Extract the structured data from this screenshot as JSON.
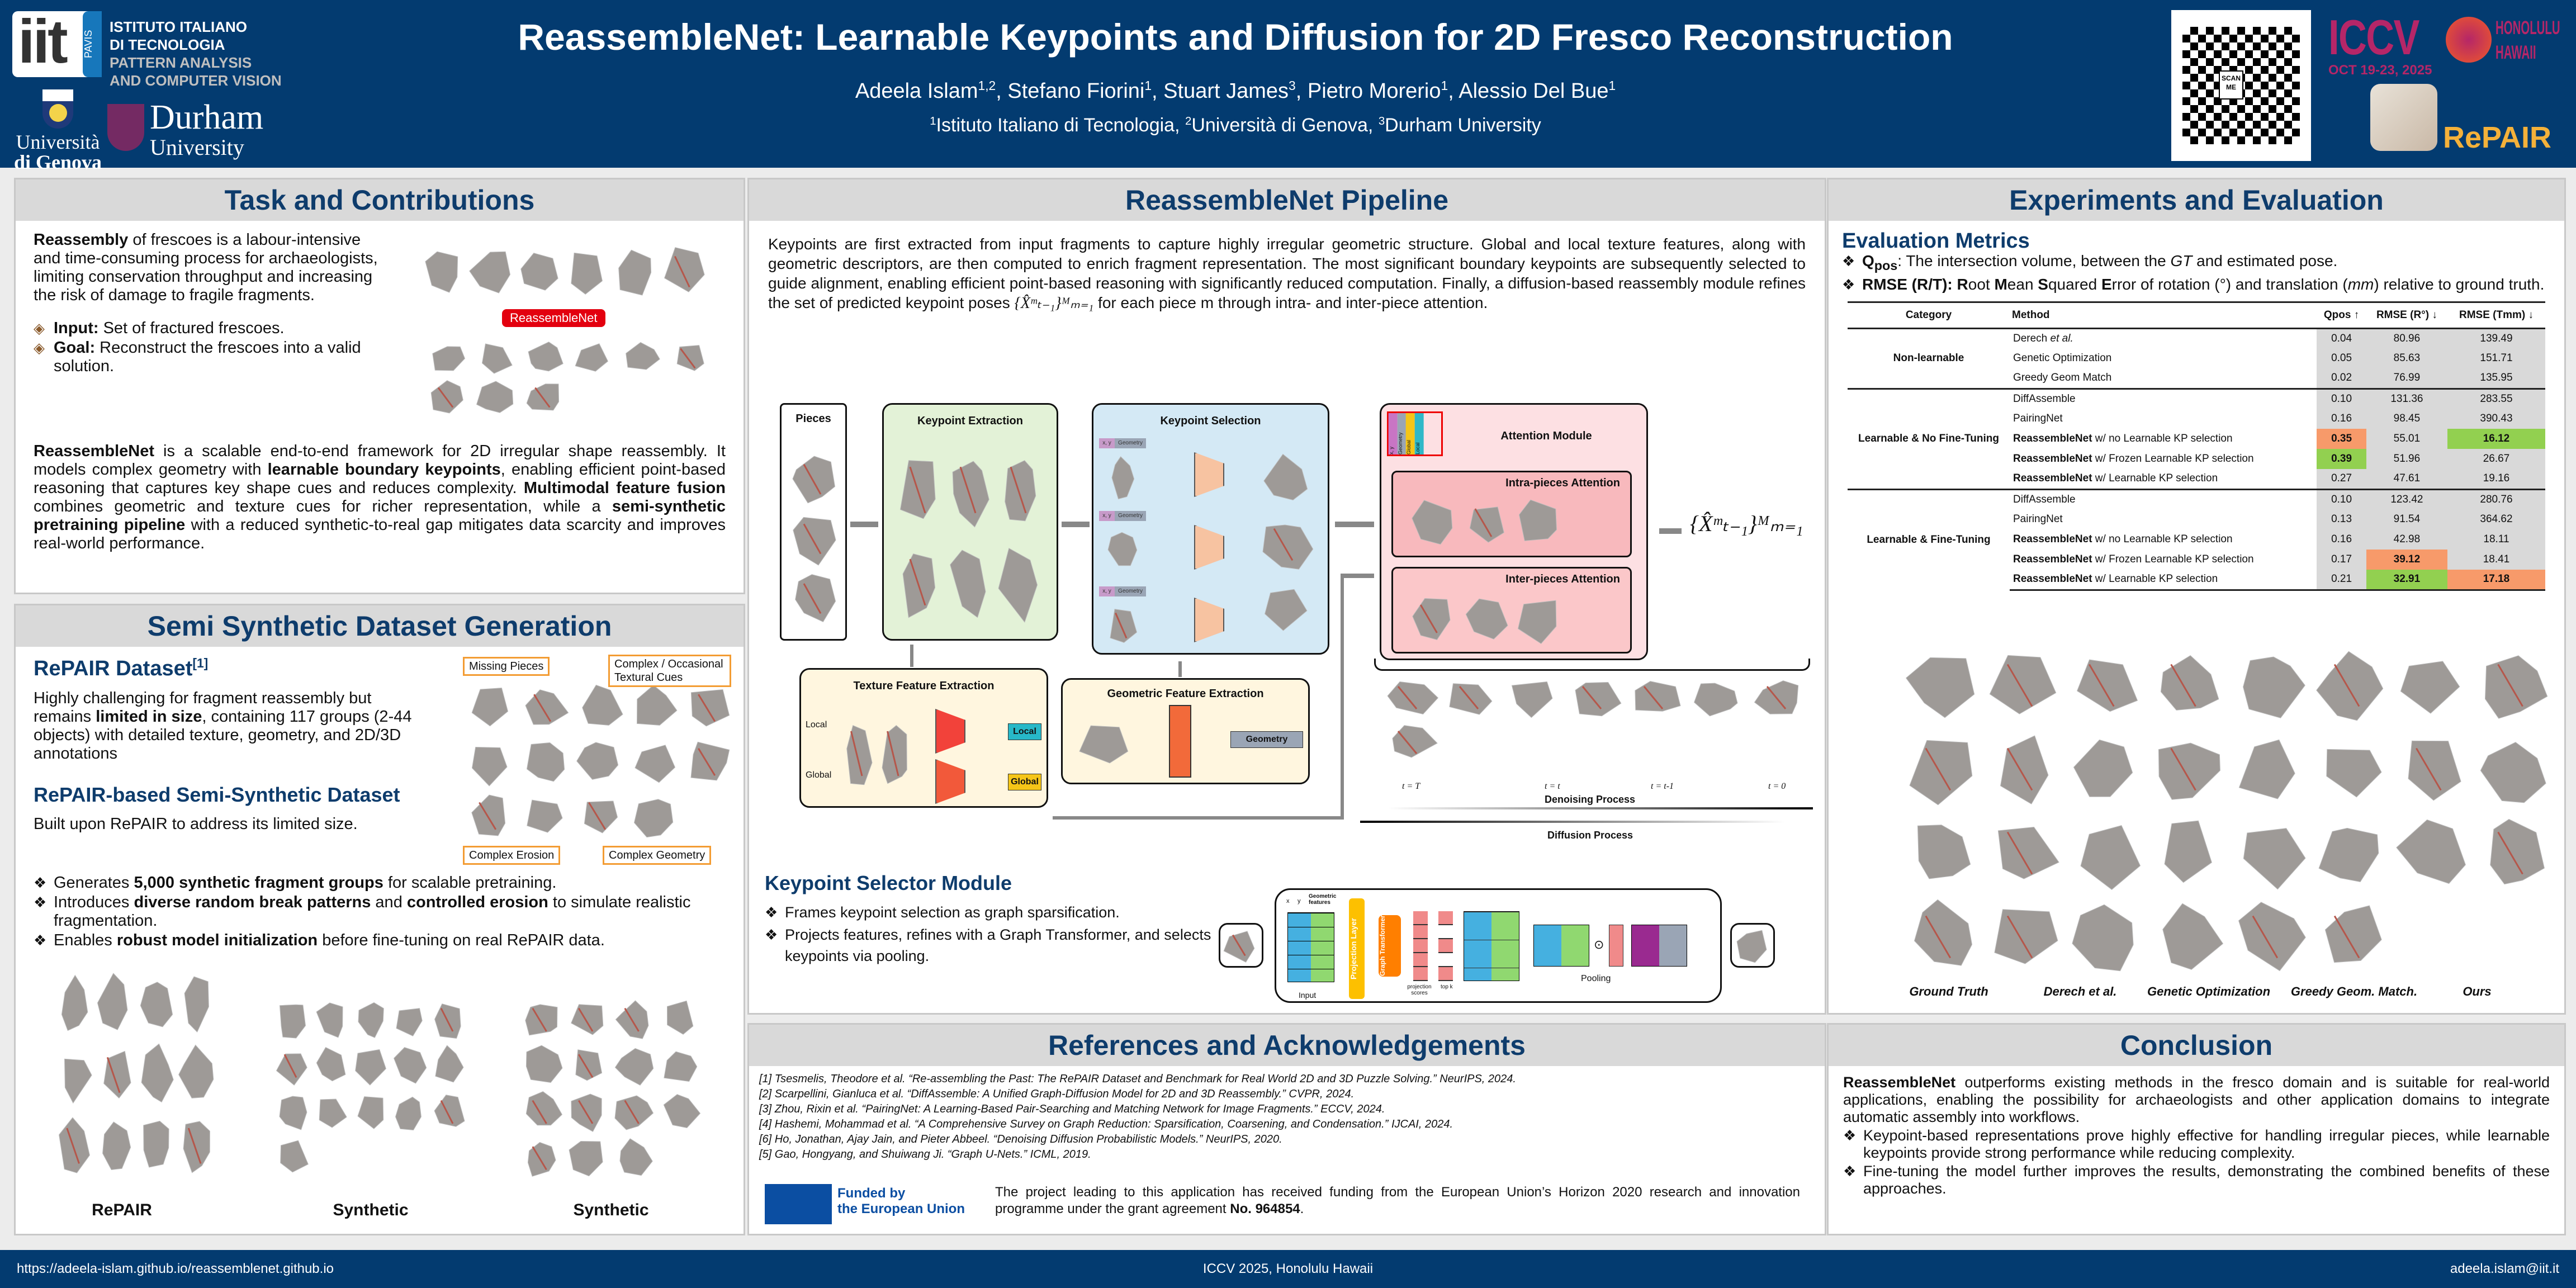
{
  "header": {
    "title": "ReassembleNet: Learnable Keypoints and Diffusion for 2D Fresco Reconstruction",
    "authors": [
      {
        "name": "Adeela Islam",
        "sup": "1,2",
        "sep": ", "
      },
      {
        "name": "Stefano Fiorini",
        "sup": "1",
        "sep": ", "
      },
      {
        "name": "Stuart James",
        "sup": "3",
        "sep": ", "
      },
      {
        "name": "Pietro Morerio",
        "sup": "1",
        "sep": ", "
      },
      {
        "name": "Alessio Del Bue",
        "sup": "1",
        "sep": ""
      }
    ],
    "affiliations": [
      {
        "sup": "1",
        "name": "Istituto Italiano di Tecnologia, "
      },
      {
        "sup": "2",
        "name": "Università di Genova, "
      },
      {
        "sup": "3",
        "name": "Durham University"
      }
    ],
    "logos": {
      "iit": "iit",
      "pavis": "PAVIS",
      "iit_name": [
        "ISTITUTO ITALIANO",
        "DI TECNOLOGIA",
        "PATTERN ANALYSIS",
        "AND COMPUTER VISION"
      ],
      "genova": [
        "Università",
        "di Genova"
      ],
      "durham": [
        "Durham",
        "University"
      ],
      "qr": "SCAN ME",
      "iccv": "ICCV",
      "iccv_date": "OCT 19-23, 2025",
      "iccv_place": [
        "HONOLULU",
        "HAWAII"
      ],
      "repair": "RePAIR"
    }
  },
  "task": {
    "title": "Task and Contributions",
    "intro": [
      {
        "t": "Reassembly",
        "b": true
      },
      {
        "t": " of frescoes is a labour-intensive and time-consuming process for archaeologists, limiting conservation throughput and increasing the risk of damage to fragile fragments."
      }
    ],
    "bullets": [
      [
        {
          "t": "Input:",
          "b": true
        },
        {
          "t": " Set of fractured frescoes."
        }
      ],
      [
        {
          "t": "Goal:",
          "b": true
        },
        {
          "t": " Reconstruct the frescoes into a valid solution."
        }
      ]
    ],
    "figure_label": "ReassembleNet",
    "body": [
      {
        "t": "ReassembleNet",
        "b": true
      },
      {
        "t": " is a scalable end-to-end framework for 2D irregular shape reassembly. It models complex geometry with "
      },
      {
        "t": "learnable boundary keypoints",
        "b": true
      },
      {
        "t": ", enabling efficient point-based reasoning that captures key shape cues and reduces complexity. "
      },
      {
        "t": "Multimodal feature fusion",
        "b": true
      },
      {
        "t": " combines geometric and texture cues for richer representation, while a "
      },
      {
        "t": "semi-synthetic pretraining pipeline",
        "b": true
      },
      {
        "t": " with a reduced synthetic-to-real gap mitigates data scarcity and improves real-world performance."
      }
    ]
  },
  "dataset": {
    "title": "Semi Synthetic Dataset Generation",
    "repair_heading": "RePAIR Dataset",
    "repair_ref": "[1]",
    "repair_text": [
      {
        "t": "Highly challenging for fragment reassembly but remains "
      },
      {
        "t": "limited in size",
        "b": true
      },
      {
        "t": ", containing 117 groups (2-44 objects) with detailed texture, geometry, and 2D/3D annotations"
      }
    ],
    "callouts": {
      "missing": "Missing Pieces",
      "textural": "Complex / Occasional Textural Cues",
      "erosion": "Complex Erosion",
      "geometry": "Complex Geometry"
    },
    "semi_heading": "RePAIR-based Semi-Synthetic Dataset",
    "semi_intro": "Built upon RePAIR to address its limited size.",
    "bullets": [
      [
        {
          "t": "Generates "
        },
        {
          "t": "5,000 synthetic fragment groups",
          "b": true
        },
        {
          "t": " for scalable pretraining."
        }
      ],
      [
        {
          "t": "Introduces "
        },
        {
          "t": "diverse random break patterns",
          "b": true
        },
        {
          "t": " and "
        },
        {
          "t": "controlled erosion",
          "b": true
        },
        {
          "t": " to simulate realistic fragmentation."
        }
      ],
      [
        {
          "t": "Enables "
        },
        {
          "t": "robust model initialization",
          "b": true
        },
        {
          "t": " before fine-tuning on real RePAIR data."
        }
      ]
    ],
    "captions": [
      "RePAIR",
      "Synthetic",
      "Synthetic"
    ]
  },
  "pipeline": {
    "title": "ReassembleNet Pipeline",
    "text": "Keypoints are first extracted from input fragments to capture highly irregular geometric structure. Global and local texture features, along with geometric descriptors, are then computed to enrich fragment representation. The most significant boundary keypoints are subsequently selected to guide alignment, enabling efficient point-based reasoning with significantly reduced computation. Finally, a diffusion-based reassembly module refines the set of predicted keypoint poses",
    "formula_inline": "{X̂ᵐₜ₋₁}ᴹₘ₌₁",
    "text_end": " for each piece m through intra- and inter-piece attention.",
    "diagram": {
      "pieces": "Pieces",
      "kp_extraction": "Keypoint Extraction",
      "kp_selection": "Keypoint Selection",
      "attention": "Attention Module",
      "intra": "Intra-pieces Attention",
      "inter": "Inter-pieces Attention",
      "texture": "Texture Feature Extraction",
      "local_label": "Local",
      "global_label": "Global",
      "local_box": "Local",
      "global_box": "Global",
      "geometric": "Geometric Feature Extraction",
      "geometry_box": "Geometry",
      "tag_xy": "x, y",
      "tag_geo": "Geometry",
      "attn_stack": [
        "x, y",
        "Geometry",
        "Global",
        "Local"
      ],
      "output": "{X̂ᵐₜ₋₁}ᴹₘ₌₁",
      "timesteps": [
        "t = T",
        "t = t",
        "t = t-1",
        "t = 0"
      ],
      "denoising": "Denoising Process",
      "diffusion": "Diffusion Process"
    },
    "selector": {
      "title": "Keypoint Selector Module",
      "bullets": [
        "Frames keypoint selection as graph sparsification.",
        "Projects features, refines with a  Graph Transformer,  and selects keypoints via pooling."
      ],
      "x": "x",
      "y": "y",
      "geo_features": "Geometric features",
      "input": "Input",
      "projection": "Projection Layer",
      "graph_transformer": "Graph Transformer",
      "scores": "projection scores",
      "topk": "top k",
      "pooling": "Pooling"
    }
  },
  "references": {
    "title": "References and Acknowledgements",
    "items": [
      "[1] Tsesmelis, Theodore et al. “Re-assembling the Past: The RePAIR Dataset and Benchmark for Real World 2D and 3D Puzzle Solving.” NeurIPS, 2024.",
      "[2] Scarpellini, Gianluca et al. “DiffAssemble: A Unified Graph-Diffusion Model for 2D and 3D Reassembly.” CVPR, 2024.",
      "[3] Zhou, Rixin et al. “PairingNet: A Learning-Based Pair-Searching and Matching Network for Image Fragments.” ECCV, 2024.",
      "[4] Hashemi, Mohammad et al. “A Comprehensive Survey on Graph Reduction: Sparsification, Coarsening, and Condensation.” IJCAI, 2024.",
      "[6] Ho, Jonathan, Ajay Jain, and Pieter Abbeel. “Denoising Diffusion Probabilistic Models.” NeurIPS, 2020.",
      "[5] Gao, Hongyang, and Shuiwang Ji. “Graph U-Nets.” ICML, 2019."
    ],
    "eu_label": [
      "Funded by",
      "the European Union"
    ],
    "funding": [
      {
        "t": "The project leading to this application has received funding from the European Union’s Horizon 2020 research and innovation programme under the grant agreement "
      },
      {
        "t": "No. 964854",
        "b": true
      },
      {
        "t": "."
      }
    ]
  },
  "experiments": {
    "title": "Experiments and Evaluation",
    "metrics_heading": "Evaluation Metrics",
    "metrics": [
      [
        {
          "t": "Q",
          "b": true
        },
        {
          "t": "pos",
          "b": true,
          "sub": true
        },
        {
          "t": ": The intersection volume, between the "
        },
        {
          "t": "GT",
          "i": true
        },
        {
          "t": " and estimated pose."
        }
      ],
      [
        {
          "t": "RMSE (R/T): R",
          "b": true
        },
        {
          "t": "oot "
        },
        {
          "t": "M",
          "b": true
        },
        {
          "t": "ean "
        },
        {
          "t": "S",
          "b": true
        },
        {
          "t": "quared "
        },
        {
          "t": "E",
          "b": true
        },
        {
          "t": "rror of rotation (°) and translation ("
        },
        {
          "t": "mm",
          "i": true
        },
        {
          "t": ") relative to ground truth."
        }
      ]
    ],
    "table": {
      "headers": [
        "Category",
        "Method",
        "Qpos ↑",
        "RMSE (R°) ↓",
        "RMSE (Tmm) ↓"
      ],
      "groups": [
        {
          "category": "Non-learnable",
          "rows": [
            {
              "method": [
                {
                  "t": "Derech "
                },
                {
                  "t": "et al.",
                  "i": true
                }
              ],
              "values": [
                "0.04",
                "80.96",
                "139.49"
              ],
              "hl": [
                "",
                "",
                ""
              ]
            },
            {
              "method": [
                {
                  "t": "Genetic Optimization"
                }
              ],
              "values": [
                "0.05",
                "85.63",
                "151.71"
              ],
              "hl": [
                "",
                "",
                ""
              ]
            },
            {
              "method": [
                {
                  "t": "Greedy Geom Match"
                }
              ],
              "values": [
                "0.02",
                "76.99",
                "135.95"
              ],
              "hl": [
                "",
                "",
                ""
              ]
            }
          ]
        },
        {
          "category": "Learnable & No Fine-Tuning",
          "rows": [
            {
              "method": [
                {
                  "t": "DiffAssemble"
                }
              ],
              "values": [
                "0.10",
                "131.36",
                "283.55"
              ],
              "hl": [
                "",
                "",
                ""
              ]
            },
            {
              "method": [
                {
                  "t": "PairingNet"
                }
              ],
              "values": [
                "0.16",
                "98.45",
                "390.43"
              ],
              "hl": [
                "",
                "",
                ""
              ]
            },
            {
              "method": [
                {
                  "t": "ReassembleNet",
                  "b": true
                },
                {
                  "t": " w/ no Learnable KP selection"
                }
              ],
              "values": [
                "0.35",
                "55.01",
                "16.12"
              ],
              "hl": [
                "second",
                "",
                "best"
              ]
            },
            {
              "method": [
                {
                  "t": "ReassembleNet",
                  "b": true
                },
                {
                  "t": " w/ Frozen Learnable KP selection"
                }
              ],
              "values": [
                "0.39",
                "51.96",
                "26.67"
              ],
              "hl": [
                "best",
                "",
                ""
              ]
            },
            {
              "method": [
                {
                  "t": "ReassembleNet",
                  "b": true
                },
                {
                  "t": " w/ Learnable KP selection"
                }
              ],
              "values": [
                "0.27",
                "47.61",
                "19.16"
              ],
              "hl": [
                "",
                "",
                ""
              ]
            }
          ]
        },
        {
          "category": "Learnable & Fine-Tuning",
          "rows": [
            {
              "method": [
                {
                  "t": "DiffAssemble"
                }
              ],
              "values": [
                "0.10",
                "123.42",
                "280.76"
              ],
              "hl": [
                "",
                "",
                ""
              ]
            },
            {
              "method": [
                {
                  "t": "PairingNet"
                }
              ],
              "values": [
                "0.13",
                "91.54",
                "364.62"
              ],
              "hl": [
                "",
                "",
                ""
              ]
            },
            {
              "method": [
                {
                  "t": "ReassembleNet",
                  "b": true
                },
                {
                  "t": " w/ no Learnable KP selection"
                }
              ],
              "values": [
                "0.16",
                "42.98",
                "18.11"
              ],
              "hl": [
                "",
                "",
                ""
              ]
            },
            {
              "method": [
                {
                  "t": "ReassembleNet",
                  "b": true
                },
                {
                  "t": " w/ Frozen Learnable KP selection"
                }
              ],
              "values": [
                "0.17",
                "39.12",
                "18.41"
              ],
              "hl": [
                "",
                "second",
                ""
              ]
            },
            {
              "method": [
                {
                  "t": "ReassembleNet",
                  "b": true
                },
                {
                  "t": " w/ Learnable KP selection"
                }
              ],
              "values": [
                "0.21",
                "32.91",
                "17.18"
              ],
              "hl": [
                "",
                "best",
                "second"
              ]
            }
          ]
        }
      ],
      "colors": {
        "best": "#92d050",
        "second": "#f79a6a"
      }
    },
    "result_captions": [
      "Ground Truth",
      "Derech et al.",
      "Genetic Optimization",
      "Greedy Geom. Match.",
      "Ours"
    ]
  },
  "conclusion": {
    "title": "Conclusion",
    "intro": [
      {
        "t": "ReassembleNet",
        "b": true
      },
      {
        "t": " outperforms existing methods in the fresco domain and is suitable for real-world applications, enabling the possibility for archaeologists and other application domains to integrate automatic assembly into workflows."
      }
    ],
    "bullets": [
      "Keypoint-based representations prove highly effective for handling irregular pieces, while learnable keypoints provide strong performance while reducing complexity.",
      "Fine-tuning the model further improves the results, demonstrating the combined benefits of these approaches."
    ]
  },
  "footer": {
    "url": "https://adeela-islam.github.io/reassemblenet.github.io",
    "venue": "ICCV 2025, Honolulu Hawaii",
    "email": "adeela.islam@iit.it"
  }
}
